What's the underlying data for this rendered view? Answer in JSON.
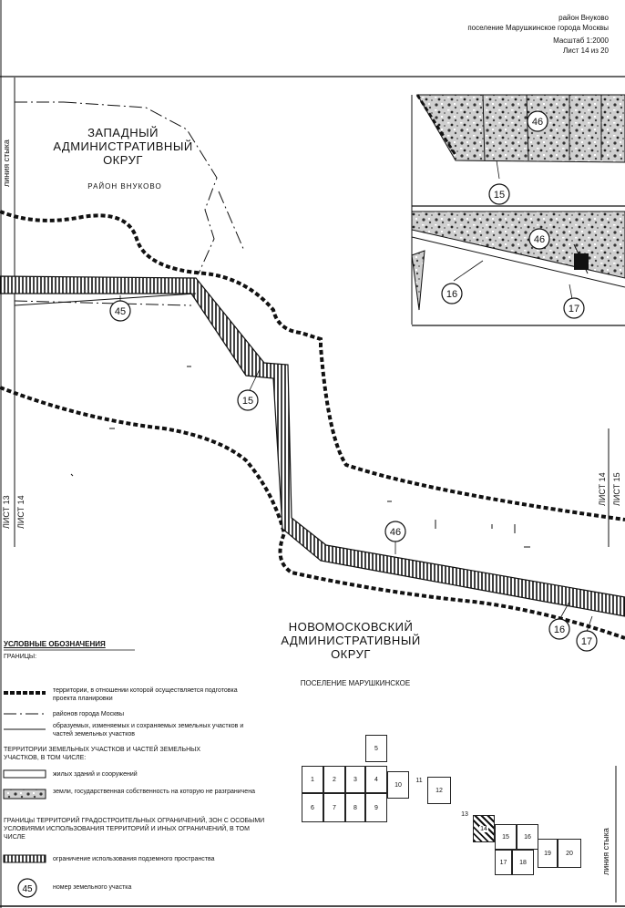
{
  "header": {
    "line1": "район Внуково",
    "line2": "поселение Марушкинское города Москвы",
    "scale": "Масштаб 1:2000",
    "sheet": "Лист  14 из 20"
  },
  "map": {
    "west_okrug": [
      "ЗАПАДНЫЙ",
      "АДМИНИСТРАТИВНЫЙ",
      "ОКРУГ"
    ],
    "west_sub": "РАЙОН ВНУКОВО",
    "novomoskovsky_okrug": [
      "НОВОМОСКОВСКИЙ",
      "АДМИНИСТРАТИВНЫЙ",
      "ОКРУГ"
    ],
    "settlement": "ПОСЕЛЕНИЕ МАРУШКИНСКОЕ",
    "rot_left_top": "линия стыка",
    "rot_left_sheet13": "ЛИСТ 13",
    "rot_left_sheet14": "ЛИСТ 14",
    "rot_right_sheet14": "ЛИСТ 14",
    "rot_right_sheet15": "ЛИСТ 15",
    "rot_right_bottom": "линия стыка",
    "markers": [
      "45",
      "15",
      "46",
      "16",
      "17"
    ],
    "inset_markers": [
      "46",
      "15",
      "46",
      "16",
      "17"
    ]
  },
  "legend": {
    "title": "УСЛОВНЫЕ ОБОЗНАЧЕНИЯ",
    "borders_heading": "ГРАНИЦЫ:",
    "item_planning": "территории, в отношении которой осуществляется подготовка проекта планировки",
    "item_districts": "районов города Москвы",
    "item_plots": "образуемых, изменяемых и сохраняемых земельных участков и частей земельных участков",
    "territories_heading": "ТЕРРИТОРИИ ЗЕМЕЛЬНЫХ УЧАСТКОВ И ЧАСТЕЙ ЗЕМЕЛЬНЫХ УЧАСТКОВ, В ТОМ ЧИСЛЕ:",
    "item_residential": "жилых зданий и сооружений",
    "item_state_land": "земли, государственная собственность на которую не разграничена",
    "restrictions_heading": "ГРАНИЦЫ ТЕРРИТОРИЙ ГРАДОСТРОИТЕЛЬНЫХ ОГРАНИЧЕНИЙ, ЗОН С ОСОБЫМИ УСЛОВИЯМИ ИСПОЛЬЗОВАНИЯ ТЕРРИТОРИЙ И ИНЫХ ОГРАНИЧЕНИЙ, В ТОМ ЧИСЛЕ",
    "item_underground": "ограничение использования подземного пространства",
    "marker_sample": "45",
    "item_plot_number": "номер земельного участка"
  },
  "sheet_index": [
    "1",
    "2",
    "3",
    "4",
    "5",
    "6",
    "7",
    "8",
    "9",
    "10",
    "11",
    "12",
    "13",
    "14",
    "15",
    "16",
    "17",
    "18",
    "19",
    "20"
  ]
}
